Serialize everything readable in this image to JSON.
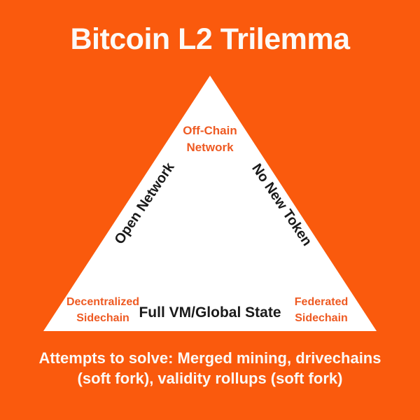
{
  "colors": {
    "background": "#FA5A0D",
    "triangle_fill": "#FFFFFF",
    "orange_label": "#EE5A22",
    "dark_label": "#1A1A1A",
    "light_text": "#FCF9F6"
  },
  "title": "Bitcoin L2 Trilemma",
  "triangle": {
    "top_label": {
      "lines": [
        "Off-Chain",
        "Network"
      ]
    },
    "left_edge_label": "Open Network",
    "right_edge_label": "No New Token",
    "bottom_center_label": "Full VM/Global State",
    "bottom_left_label": {
      "lines": [
        "Decentralized",
        "Sidechain"
      ]
    },
    "bottom_right_label": {
      "lines": [
        "Federated",
        "Sidechain"
      ]
    }
  },
  "footer": {
    "lines": [
      "Attempts to solve: Merged mining, drivechains",
      "(soft fork), validity rollups (soft fork)"
    ]
  }
}
